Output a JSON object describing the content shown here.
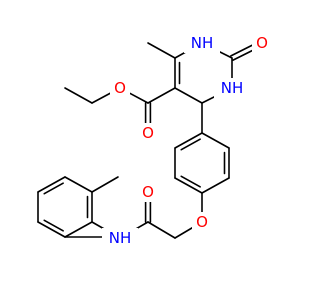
{
  "diagram": {
    "type": "chemical-structure",
    "colors": {
      "bond": "#000000",
      "carbon": "#000000",
      "nitrogen": "#0000ff",
      "oxygen": "#ff0000",
      "background": "#ffffff"
    },
    "atom_labels": [
      {
        "id": "nh-ring-1",
        "text": "NH",
        "element": "N"
      },
      {
        "id": "o-carbonyl-ring",
        "text": "O",
        "element": "O"
      },
      {
        "id": "nh-ring-2",
        "text": "NH",
        "element": "N"
      },
      {
        "id": "o-ester-ether",
        "text": "O",
        "element": "O"
      },
      {
        "id": "o-ester-carbonyl",
        "text": "O",
        "element": "O"
      },
      {
        "id": "o-amide",
        "text": "O",
        "element": "O"
      },
      {
        "id": "o-phenoxy",
        "text": "O",
        "element": "O"
      },
      {
        "id": "nh-amide",
        "text": "NH",
        "element": "N"
      }
    ]
  }
}
